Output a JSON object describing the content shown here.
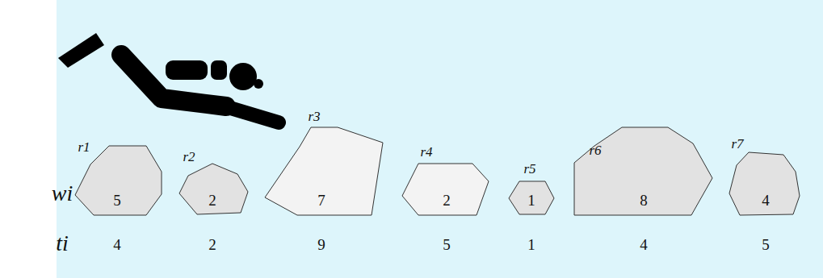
{
  "diagram": {
    "nodes": [
      {
        "text": [
          "r1",
          "5"
        ]
      },
      {
        "text": [
          "r2",
          "2"
        ]
      },
      {
        "text": [
          "r3",
          "7"
        ]
      },
      {
        "text": [
          "r4",
          "2"
        ]
      },
      {
        "text": [
          "r5",
          "1"
        ]
      },
      {
        "text": [
          "r6",
          "8"
        ]
      },
      {
        "text": [
          "r7",
          "4"
        ]
      }
    ],
    "labels": [
      "wi",
      "ti",
      "4",
      "2",
      "9",
      "5",
      "1",
      "4",
      "5"
    ]
  }
}
